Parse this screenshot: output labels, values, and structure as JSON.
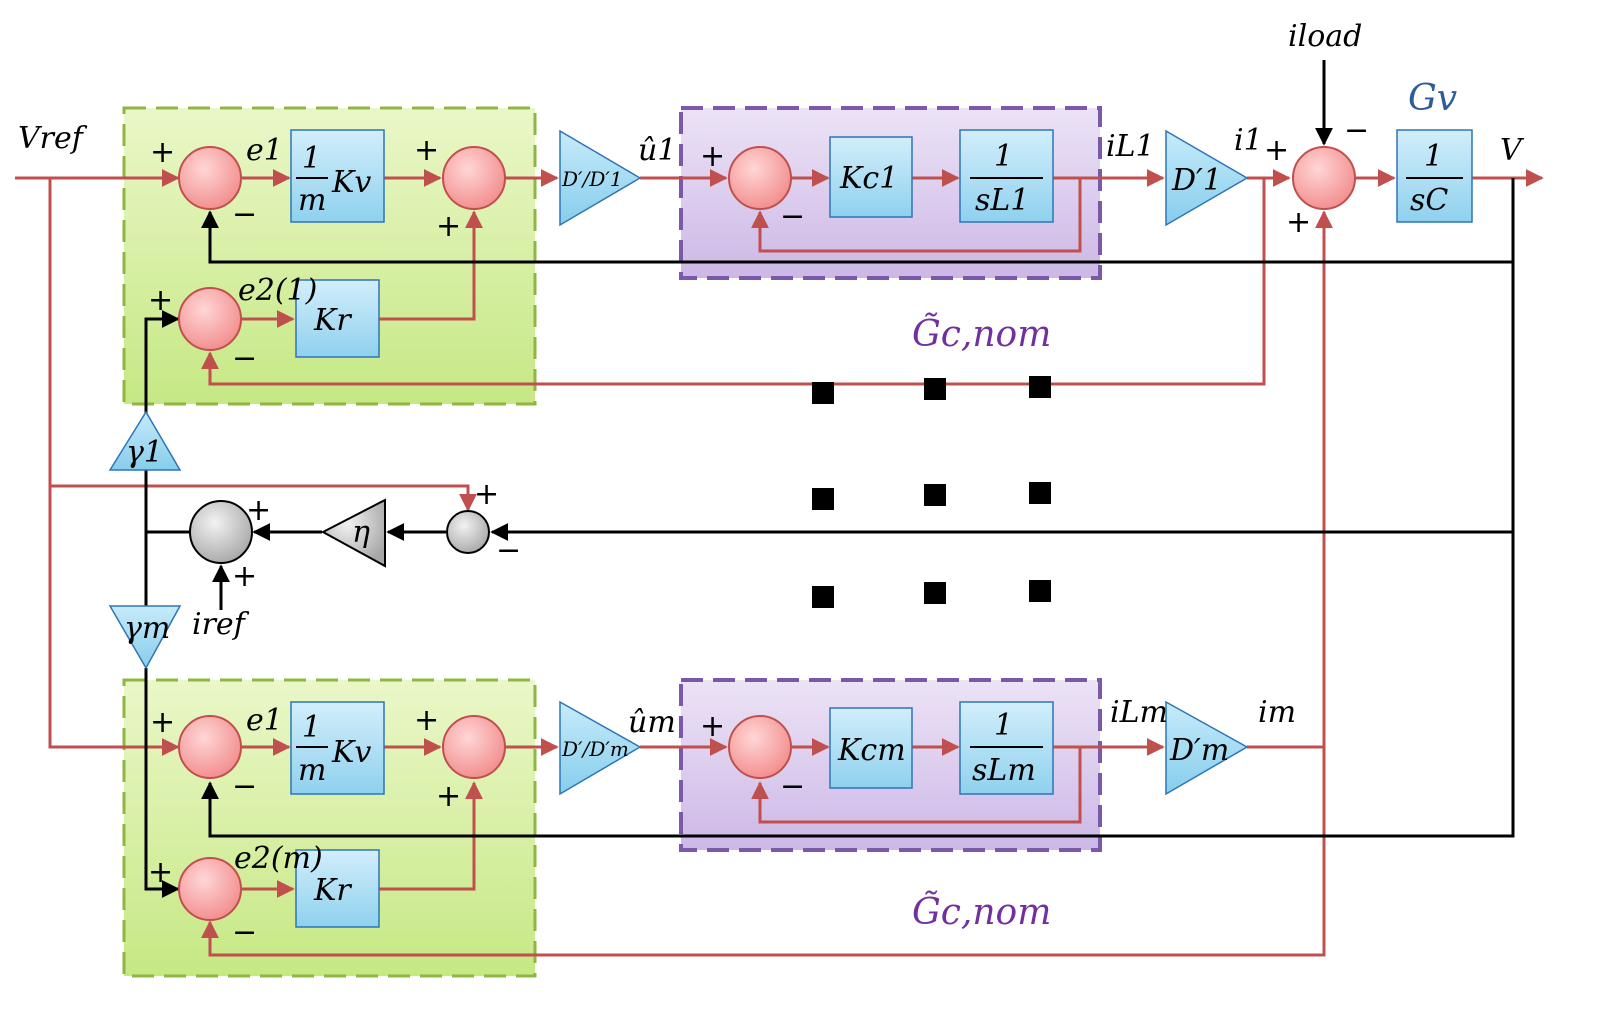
{
  "inputs": {
    "vref": "Vref",
    "iload": "iload",
    "iref": "iref"
  },
  "output": {
    "v": "V"
  },
  "top": {
    "e1": "e1",
    "e2": "e2(1)",
    "kv_num": "1",
    "kv_den": "m",
    "kv": "Kv",
    "kr": "Kr",
    "gain_d": "D′/D′1",
    "u": "û1",
    "kc": "Kc1",
    "plant_num": "1",
    "plant_den": "sL1",
    "il": "iL1",
    "d_gain": "D′1",
    "i": "i1",
    "gc_label": "G̃c,nom",
    "gamma": "γ1"
  },
  "bottom": {
    "e1": "e1",
    "e2": "e2(m)",
    "kv_num": "1",
    "kv_den": "m",
    "kv": "Kv",
    "kr": "Kr",
    "gain_d": "D′/D′m",
    "u": "ûm",
    "kc": "Kcm",
    "plant_num": "1",
    "plant_den": "sLm",
    "il": "iLm",
    "d_gain": "D′m",
    "i": "im",
    "gc_label": "G̃c,nom",
    "gamma": "γm"
  },
  "middle": {
    "eta": "η"
  },
  "gv": {
    "label": "Gv",
    "num": "1",
    "den": "sC"
  },
  "signs": {
    "plus": "+",
    "minus": "−"
  },
  "colors": {
    "signal_red": "#c0504d",
    "feedback_black": "#000000",
    "green_panel": "#d4ee9a",
    "purple_panel": "#d9c9ec",
    "block_blue": "#a9dcf2"
  }
}
